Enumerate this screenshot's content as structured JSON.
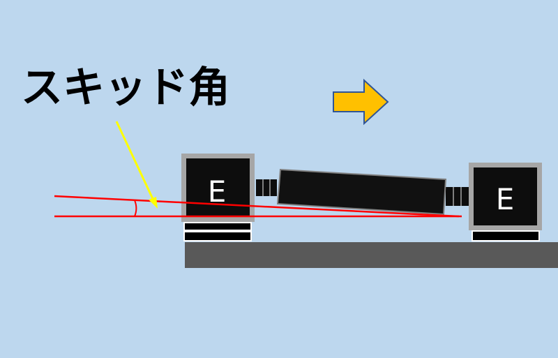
{
  "diagram": {
    "title": "スキッド角",
    "left_unit_label": "E",
    "right_unit_label": "E",
    "icons": [
      "direction-arrow-icon",
      "pointer-arrow-icon"
    ],
    "colors": {
      "background": "#bdd7ee",
      "rail": "#595959",
      "unit_frame": "#a6a6a6",
      "unit_body": "#0d0d0d",
      "roller": "#111111",
      "angle_lines": "#ff0000",
      "pointer": "#ffff00",
      "direction_arrow_fill": "#ffc000",
      "direction_arrow_stroke": "#2f5597"
    }
  }
}
